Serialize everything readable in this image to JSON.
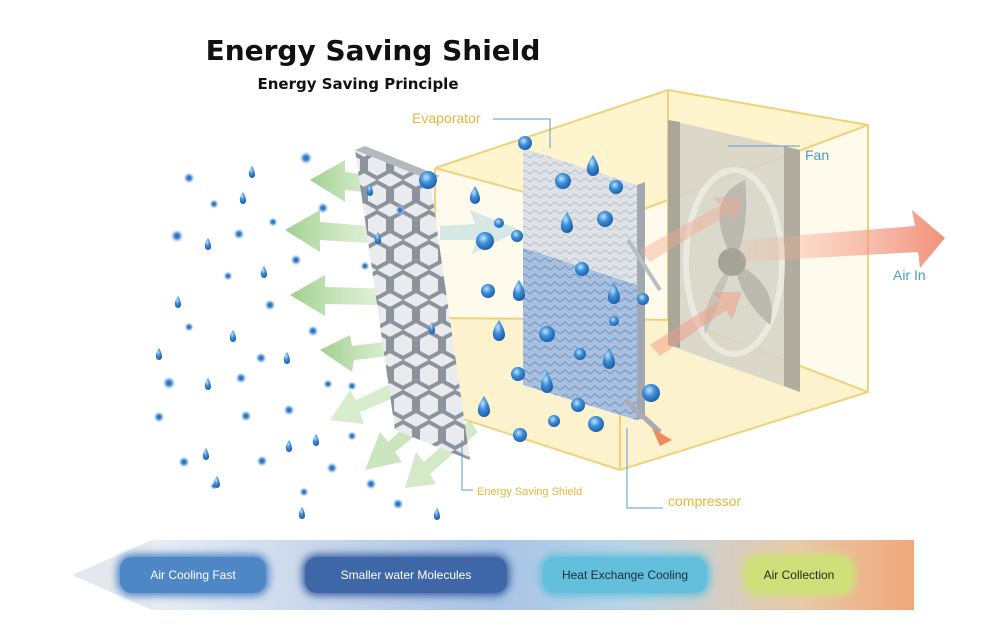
{
  "header": {
    "title": "Energy Saving Shield",
    "subtitle": "Energy Saving Principle"
  },
  "labels": {
    "evaporator": "Evaporator",
    "fan": "Fan",
    "air_in": "Air In",
    "shield": "Energy Saving Shield",
    "compressor": "compressor"
  },
  "stages": [
    {
      "label": "Air Cooling Fast",
      "color": "#4f86c6"
    },
    {
      "label": "Smaller water Molecules",
      "color": "#3f66a6"
    },
    {
      "label": "Heat Exchange Cooling",
      "color": "#63c0dc"
    },
    {
      "label": "Air Collection",
      "color": "#cfe07a"
    }
  ],
  "colors": {
    "label_yellow": "#e3b838",
    "label_blue": "#4d9bc8",
    "box_edge": "#f0d27a",
    "droplet": "#2a73c4",
    "airflow_in": "#f08a6a",
    "airflow_out": "#9fd08c"
  },
  "icons": [
    "water-droplet-icon",
    "fan-icon",
    "arrow-left-icon",
    "honeycomb-filter-icon"
  ]
}
